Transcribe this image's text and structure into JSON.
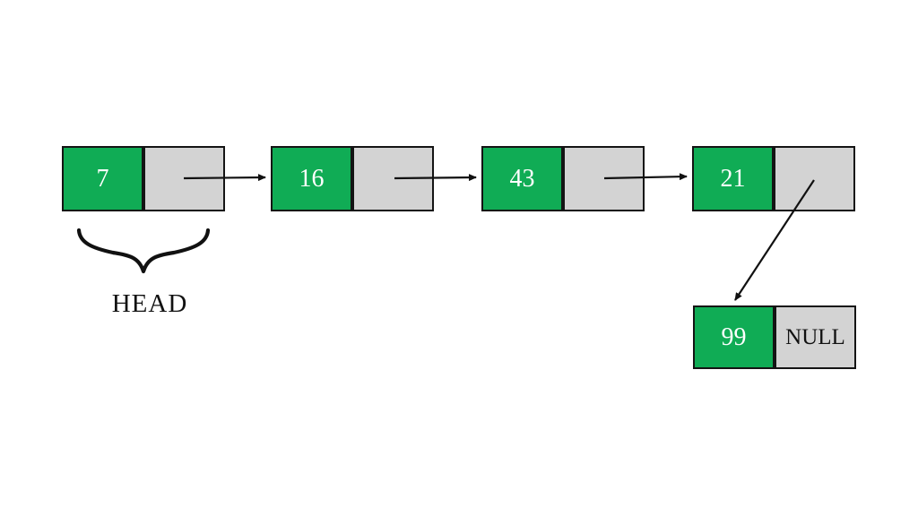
{
  "diagram": {
    "type": "singly-linked-list",
    "head_label": "HEAD",
    "nodes": [
      {
        "value": "7",
        "pointer": ""
      },
      {
        "value": "16",
        "pointer": ""
      },
      {
        "value": "43",
        "pointer": ""
      },
      {
        "value": "21",
        "pointer": ""
      },
      {
        "value": "99",
        "pointer": "NULL"
      }
    ],
    "links": [
      {
        "from": "7",
        "to": "16"
      },
      {
        "from": "16",
        "to": "43"
      },
      {
        "from": "43",
        "to": "21"
      },
      {
        "from": "21",
        "to": "99"
      }
    ]
  },
  "colors": {
    "node_fill": "#10ac55",
    "pointer_fill": "#d3d3d3",
    "border": "#141414",
    "value_text": "#ffffff",
    "label_text": "#111111",
    "background": "#ffffff"
  }
}
